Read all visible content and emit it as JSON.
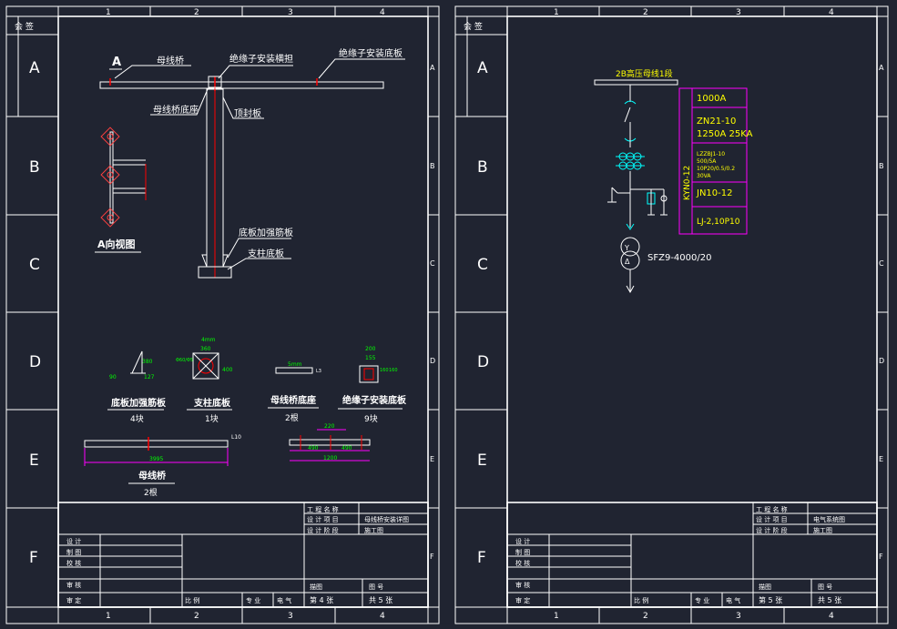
{
  "grid": {
    "columns": [
      "1",
      "2",
      "3",
      "4"
    ],
    "rows": [
      "A",
      "B",
      "C",
      "D",
      "E",
      "F"
    ],
    "stamp": "会 签"
  },
  "sheet1": {
    "view_letter": "A",
    "labels": {
      "busbar_bridge": "母线桥",
      "insulator_bracket": "绝缘子安装横担",
      "insulator_plate": "绝缘子安装底板",
      "busbar_base": "母线桥底座",
      "top_seal": "顶封板",
      "base_rib": "底板加强筋板",
      "column_plate": "支柱底板",
      "a_view": "A向视图"
    },
    "parts": [
      {
        "name": "底板加强筋板",
        "qty": "4块",
        "dims": [
          "380",
          "127",
          "90"
        ]
      },
      {
        "name": "支柱底板",
        "qty": "1块",
        "dims": [
          "4mm",
          "360",
          "400",
          "Φ60/Φ5"
        ]
      },
      {
        "name": "母线桥底座",
        "qty": "2根",
        "dims": [
          "5mm",
          "L3"
        ]
      },
      {
        "name": "绝缘子安装底板",
        "qty": "9块",
        "dims": [
          "200",
          "155",
          "160",
          "160"
        ]
      }
    ],
    "bus_bridge": {
      "name": "母线桥",
      "qty": "2根",
      "length": "3995",
      "end_mark": "L10"
    },
    "bracket": {
      "dims": [
        "220",
        "490",
        "490",
        "1200"
      ]
    },
    "title_block": {
      "project_name_label": "工 程 名 称",
      "design_item_label": "设 计 项 目",
      "design_stage_label": "设 计 阶 段",
      "design_item": "母线桥安装详图",
      "design_stage": "施工图",
      "roles": [
        "设 计",
        "制 图",
        "校 核",
        "审 核",
        "审 定"
      ],
      "scale_label": "比 例",
      "specialty_label": "专 业",
      "specialty": "电 气",
      "sheet_label": "第 4 张",
      "total_label": "共 5 张",
      "drawing_label": "描图",
      "drawing_no_label": "图 号"
    }
  },
  "sheet2": {
    "bus_label": "2B高压母线1段",
    "cabinet": "KYN0-12",
    "equipment": [
      "1000A",
      "ZN21-10",
      "1250A 25KA",
      "LZZBJ1-10",
      "500/5A",
      "10P20/0.5/0.2",
      "30VA",
      "JN10-12",
      "LJ-2,10P10"
    ],
    "transformer": "SFZ9-4000/20",
    "title_block": {
      "project_name_label": "工 程 名 称",
      "design_item_label": "设 计 项 目",
      "design_stage_label": "设 计 阶 段",
      "design_item": "电气系统图",
      "design_stage": "施工图",
      "roles": [
        "设 计",
        "制 图",
        "校 核",
        "审 核",
        "审 定"
      ],
      "scale_label": "比 例",
      "specialty_label": "专 业",
      "specialty": "电 气",
      "sheet_label": "第 5 张",
      "total_label": "共 5 张",
      "drawing_label": "描图",
      "drawing_no_label": "图 号"
    }
  }
}
